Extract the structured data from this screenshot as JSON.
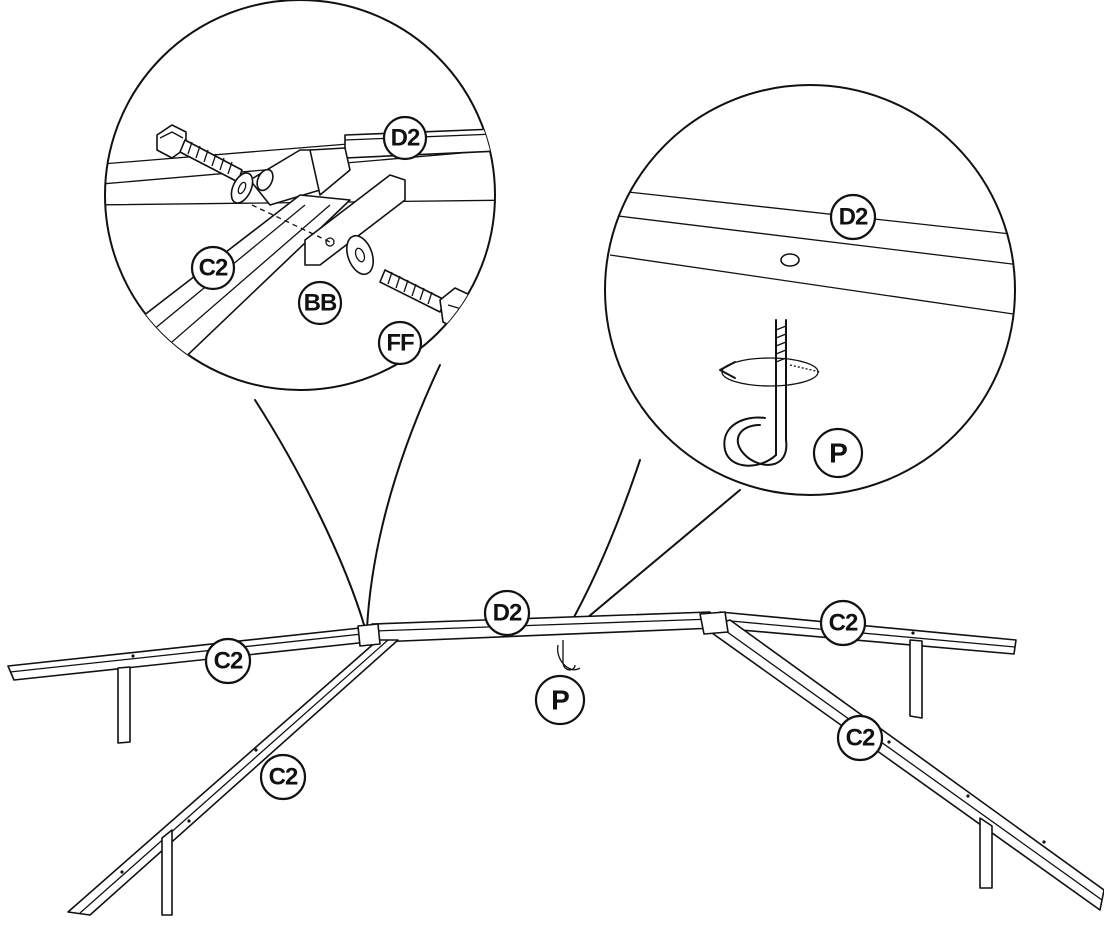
{
  "labels": {
    "inset_left": {
      "d2": "D2",
      "c2": "C2",
      "bb": "BB",
      "ff": "FF"
    },
    "inset_right": {
      "d2": "D2",
      "p": "P"
    },
    "frame": {
      "d2": "D2",
      "p": "P",
      "c2_left_beam": "C2",
      "c2_left_rafter": "C2",
      "c2_right_beam": "C2",
      "c2_right_rafter": "C2"
    }
  }
}
